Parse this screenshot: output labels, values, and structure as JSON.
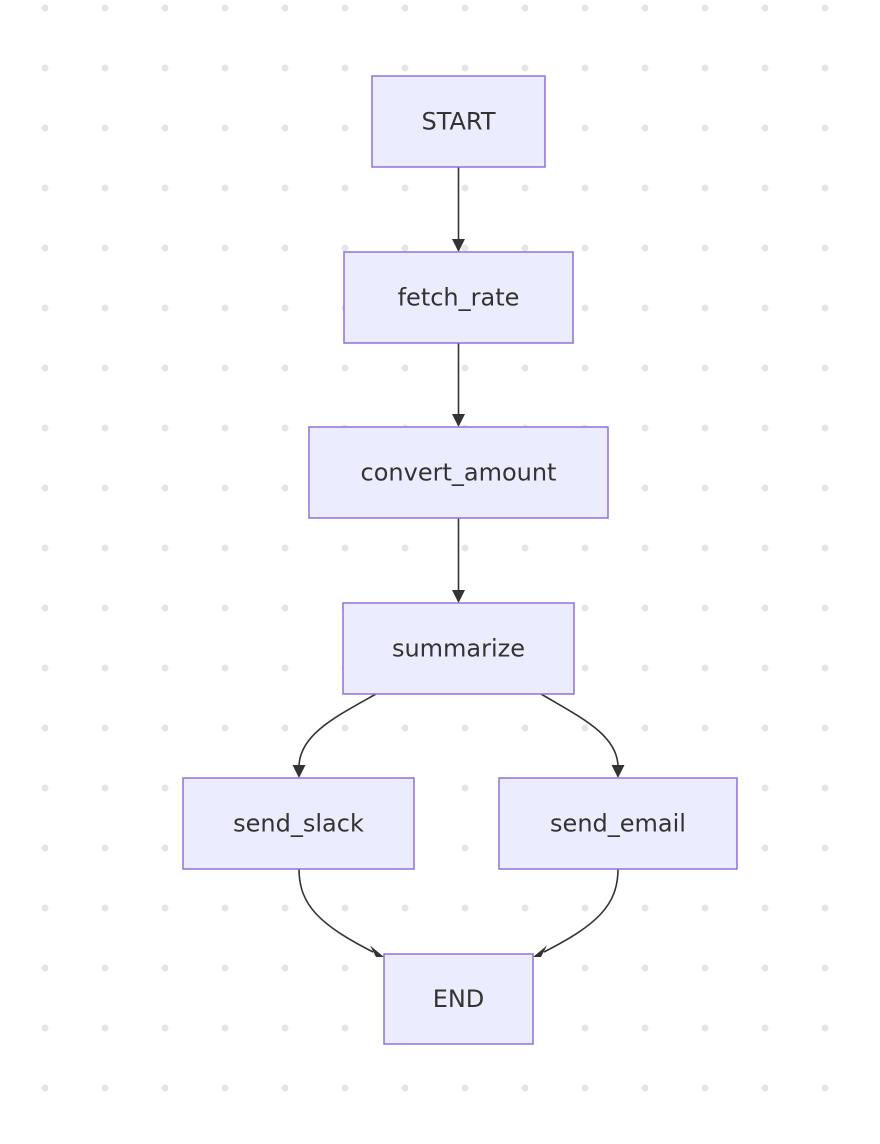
{
  "diagram": {
    "type": "flowchart",
    "direction": "top-down",
    "colors": {
      "node_fill": "#ececff",
      "node_stroke": "#9370db",
      "edge": "#333333",
      "text": "#333333",
      "dot_grid": "#e5e5e5"
    },
    "nodes": {
      "start": {
        "label": "START"
      },
      "fetch_rate": {
        "label": "fetch_rate"
      },
      "convert_amount": {
        "label": "convert_amount"
      },
      "summarize": {
        "label": "summarize"
      },
      "send_slack": {
        "label": "send_slack"
      },
      "send_email": {
        "label": "send_email"
      },
      "end": {
        "label": "END"
      }
    },
    "edges": [
      {
        "from": "start",
        "to": "fetch_rate"
      },
      {
        "from": "fetch_rate",
        "to": "convert_amount"
      },
      {
        "from": "convert_amount",
        "to": "summarize"
      },
      {
        "from": "summarize",
        "to": "send_slack"
      },
      {
        "from": "summarize",
        "to": "send_email"
      },
      {
        "from": "send_slack",
        "to": "end"
      },
      {
        "from": "send_email",
        "to": "end"
      }
    ]
  }
}
